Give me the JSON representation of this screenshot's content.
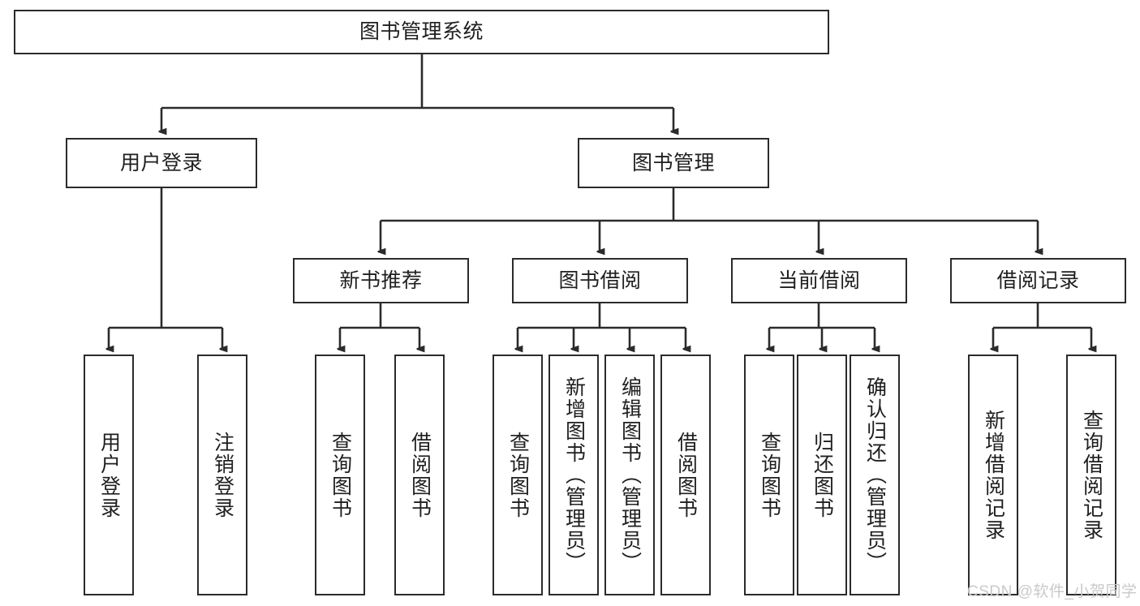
{
  "diagram": {
    "title": "图书管理系统",
    "type": "functional-structure-tree",
    "watermark": "CSDN @软件_小贺同学",
    "colors": {
      "box_border": "#2b2b2b",
      "box_fill": "#ffffff",
      "connector": "#2b2b2b",
      "text": "#1f1f1f",
      "watermark": "#c9c9c9",
      "background": "#ffffff"
    },
    "levels": {
      "level1": [
        {
          "id": "root",
          "label": "图书管理系统"
        }
      ],
      "level2": [
        {
          "id": "user-login",
          "label": "用户登录",
          "parent": "root"
        },
        {
          "id": "book-mgmt",
          "label": "图书管理",
          "parent": "root"
        }
      ],
      "level3": [
        {
          "id": "new-book-rec",
          "label": "新书推荐",
          "parent": "book-mgmt"
        },
        {
          "id": "book-borrow",
          "label": "图书借阅",
          "parent": "book-mgmt"
        },
        {
          "id": "current-borrow",
          "label": "当前借阅",
          "parent": "book-mgmt"
        },
        {
          "id": "borrow-record",
          "label": "借阅记录",
          "parent": "book-mgmt"
        }
      ],
      "leaves": [
        {
          "id": "leaf-user-login",
          "label": "用户登录",
          "parent": "user-login"
        },
        {
          "id": "leaf-user-logout",
          "label": "注销登录",
          "parent": "user-login"
        },
        {
          "id": "leaf-rec-query",
          "label": "查询图书",
          "parent": "new-book-rec"
        },
        {
          "id": "leaf-rec-borrow",
          "label": "借阅图书",
          "parent": "new-book-rec"
        },
        {
          "id": "leaf-borrow-query",
          "label": "查询图书",
          "parent": "book-borrow"
        },
        {
          "id": "leaf-borrow-add",
          "label": "新增图书（管理员）",
          "parent": "book-borrow"
        },
        {
          "id": "leaf-borrow-edit",
          "label": "编辑图书（管理员）",
          "parent": "book-borrow"
        },
        {
          "id": "leaf-borrow-lend",
          "label": "借阅图书",
          "parent": "book-borrow"
        },
        {
          "id": "leaf-cur-query",
          "label": "查询图书",
          "parent": "current-borrow"
        },
        {
          "id": "leaf-cur-return",
          "label": "归还图书",
          "parent": "current-borrow"
        },
        {
          "id": "leaf-cur-confirm",
          "label": "确认归还（管理员）",
          "parent": "current-borrow"
        },
        {
          "id": "leaf-rec-add",
          "label": "新增借阅记录",
          "parent": "borrow-record"
        },
        {
          "id": "leaf-rec-find",
          "label": "查询借阅记录",
          "parent": "borrow-record"
        }
      ]
    }
  }
}
